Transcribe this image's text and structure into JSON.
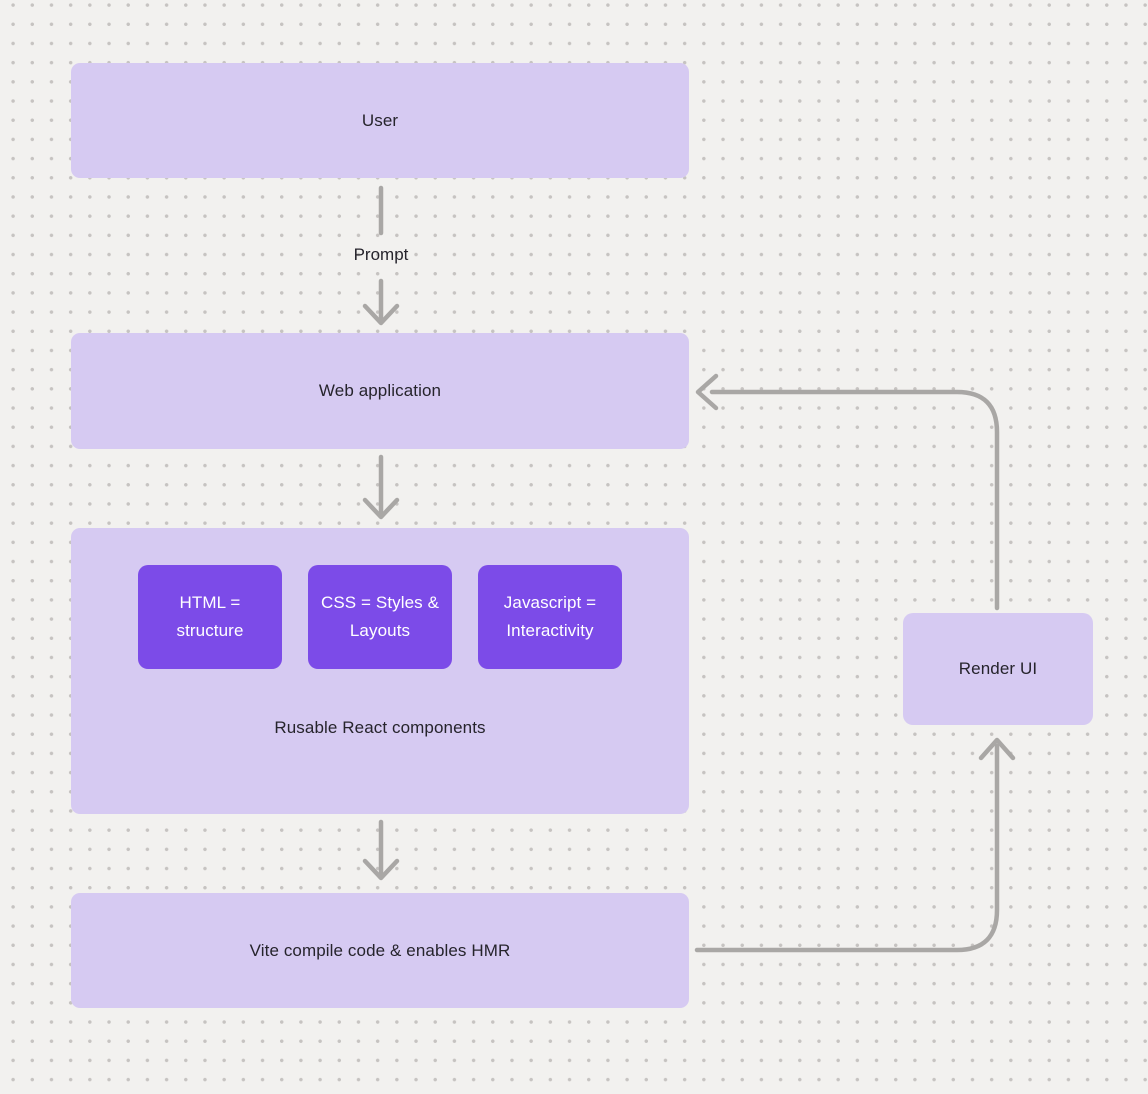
{
  "colors": {
    "background": "#f2f1ef",
    "dot": "#c6c3c1",
    "node_bg": "#d6caf2",
    "chip_bg": "#7c4be8",
    "chip_text": "#ffffff",
    "text": "#26242c",
    "connector": "#a9a7a5"
  },
  "diagram": {
    "nodes": {
      "user": {
        "label": "User"
      },
      "web_application": {
        "label": "Web application"
      },
      "react_container": {
        "caption": "Rusable React components",
        "chips": [
          {
            "label": "HTML = structure"
          },
          {
            "label": "CSS = Styles & Layouts"
          },
          {
            "label": "Javascript = Interactivity"
          }
        ]
      },
      "vite": {
        "label": "Vite compile code & enables HMR"
      },
      "render_ui": {
        "label": "Render UI"
      }
    },
    "edge_labels": {
      "prompt": "Prompt"
    }
  }
}
